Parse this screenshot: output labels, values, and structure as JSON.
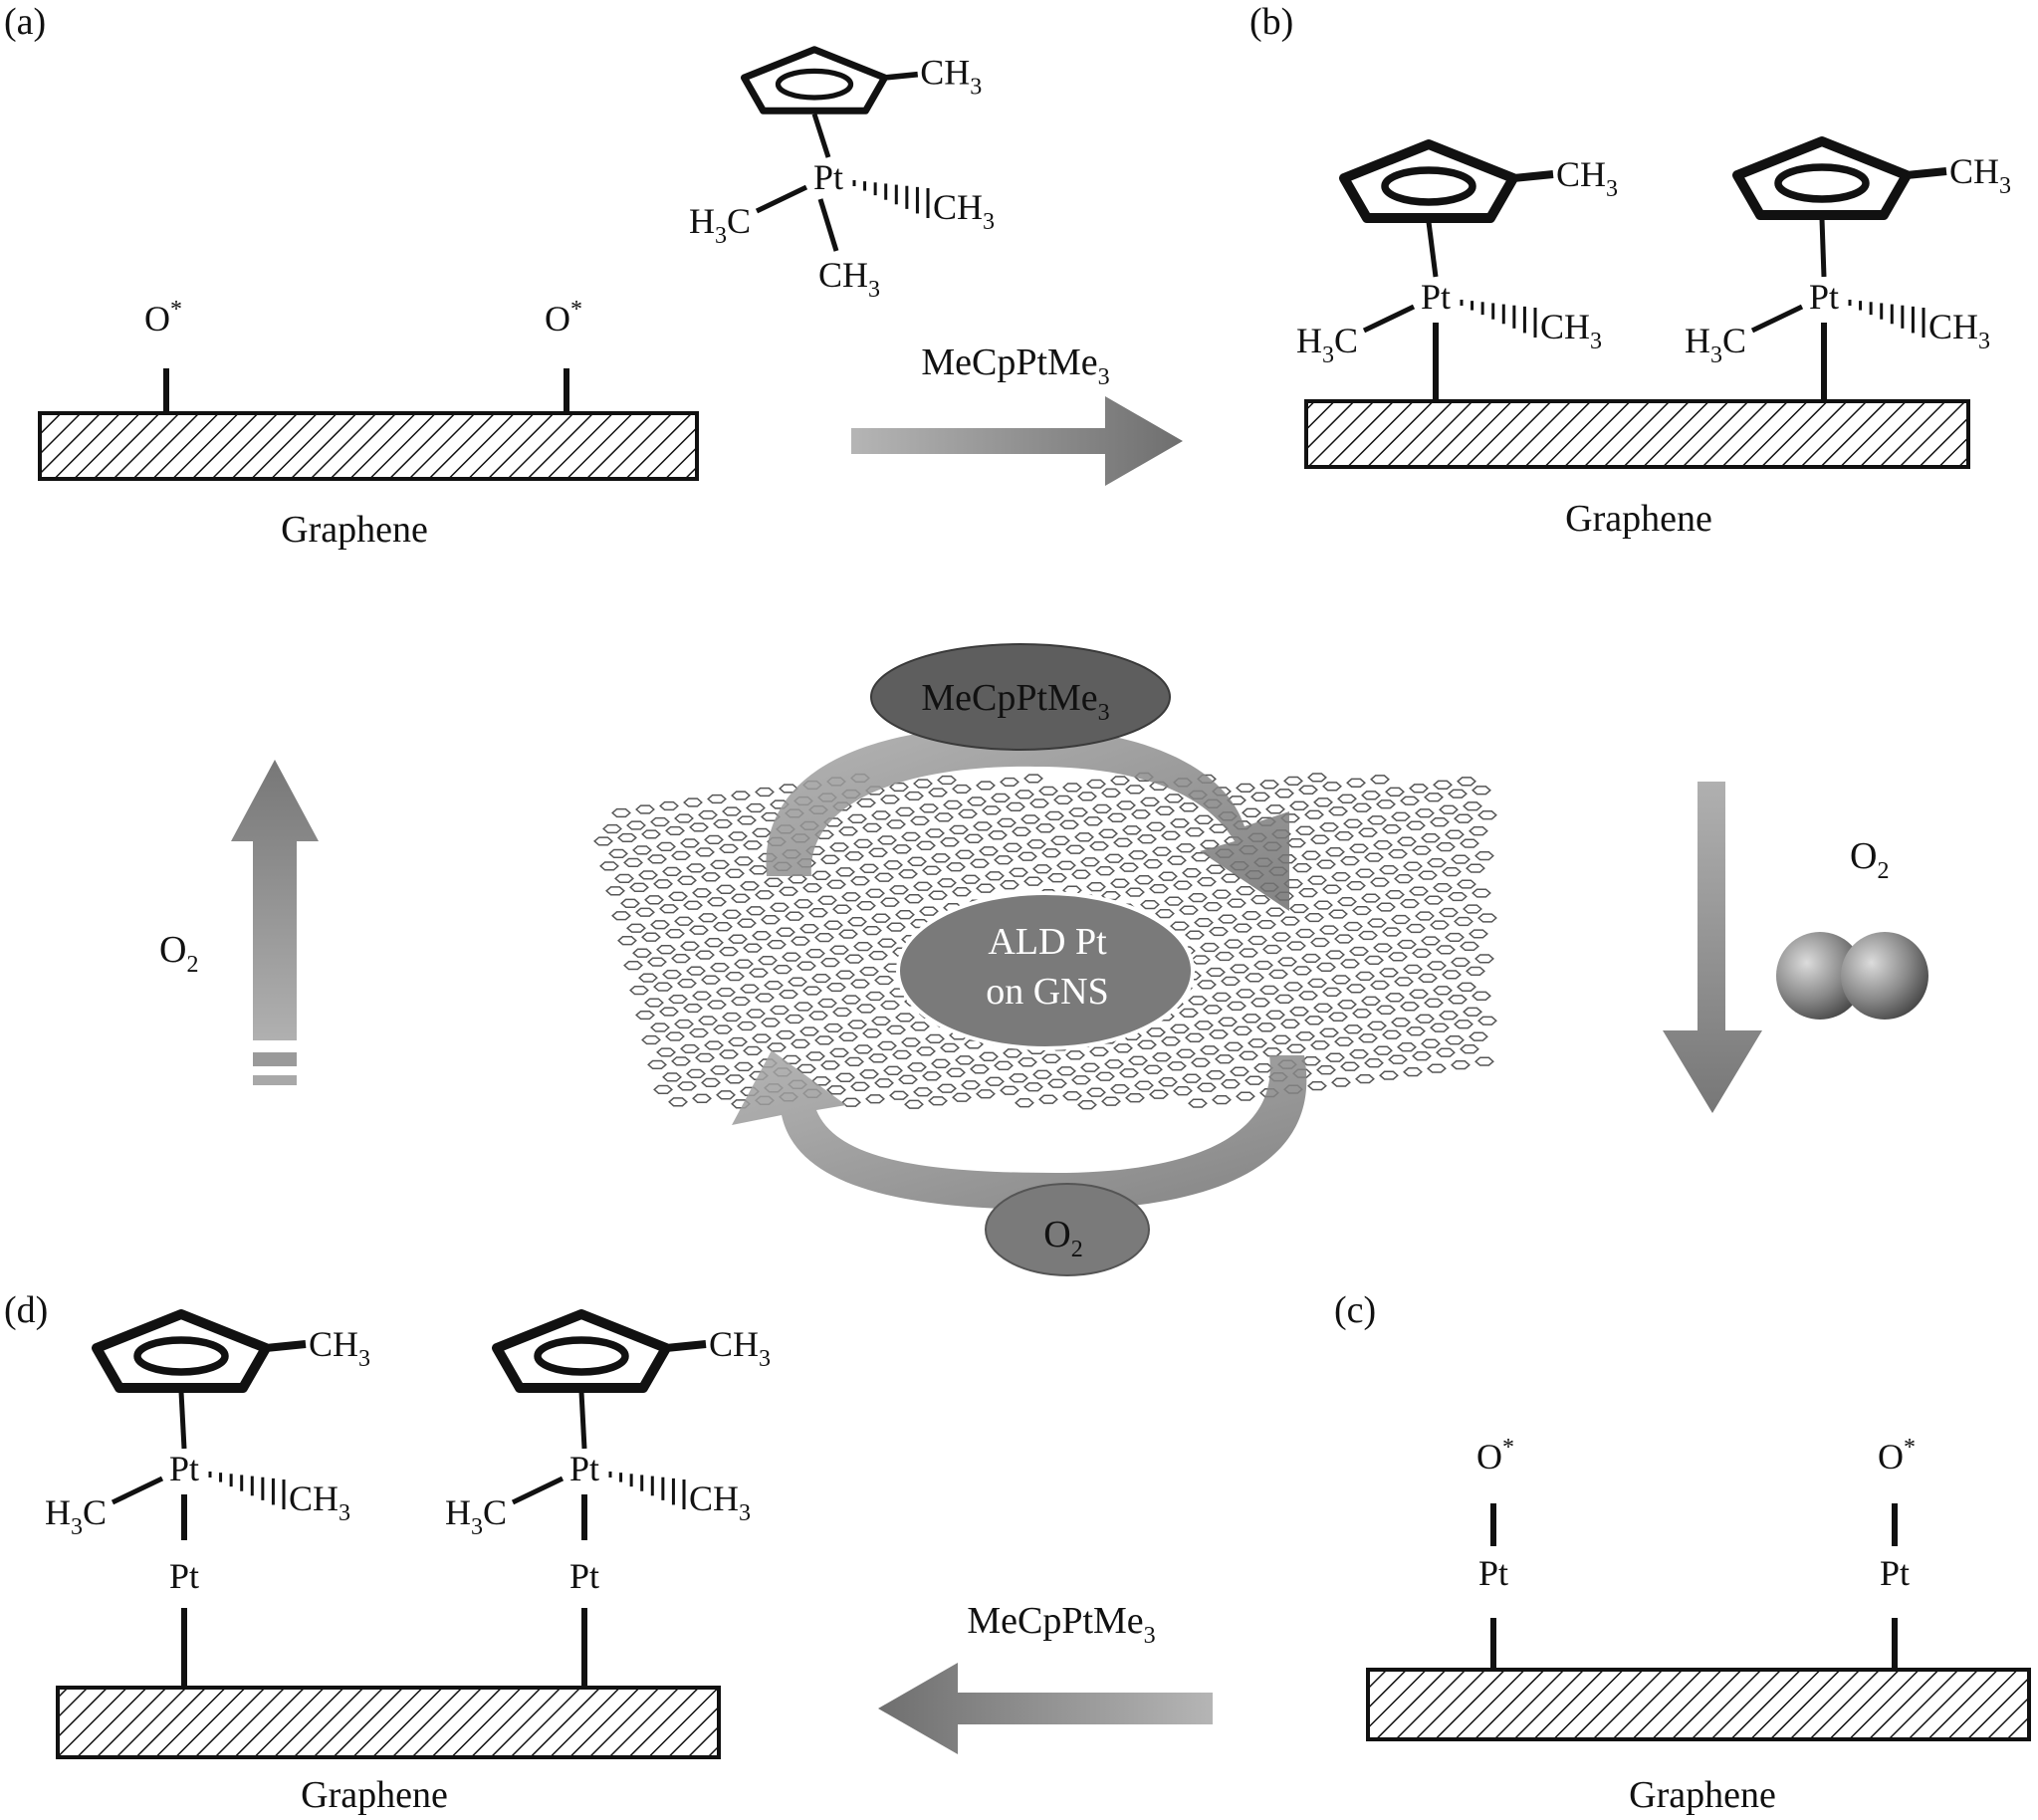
{
  "panels": {
    "a": "(a)",
    "b": "(b)",
    "c": "(c)",
    "d": "(d)"
  },
  "substrate_label": "Graphene",
  "chem": {
    "pt": "Pt",
    "o": "O",
    "o_star": "*",
    "c": "C",
    "h": "H",
    "ch": "CH",
    "sub3": "3",
    "sub2": "2"
  },
  "reagents": {
    "precursor": "MeCpPtMe",
    "precursor_sub": "3",
    "oxygen": "O",
    "oxygen_sub": "2"
  },
  "cycle": {
    "top_label": "MeCpPtMe",
    "top_label_sub": "3",
    "center_line1": "ALD Pt",
    "center_line2": "on GNS",
    "bottom_label": "O",
    "bottom_label_sub": "2"
  },
  "colors": {
    "arrow_gray": "#8c8c8c",
    "ellipse_dark": "#5e5e5e",
    "ellipse_mid": "#7a7a7a",
    "lattice": "#555555",
    "ink": "#111111"
  }
}
